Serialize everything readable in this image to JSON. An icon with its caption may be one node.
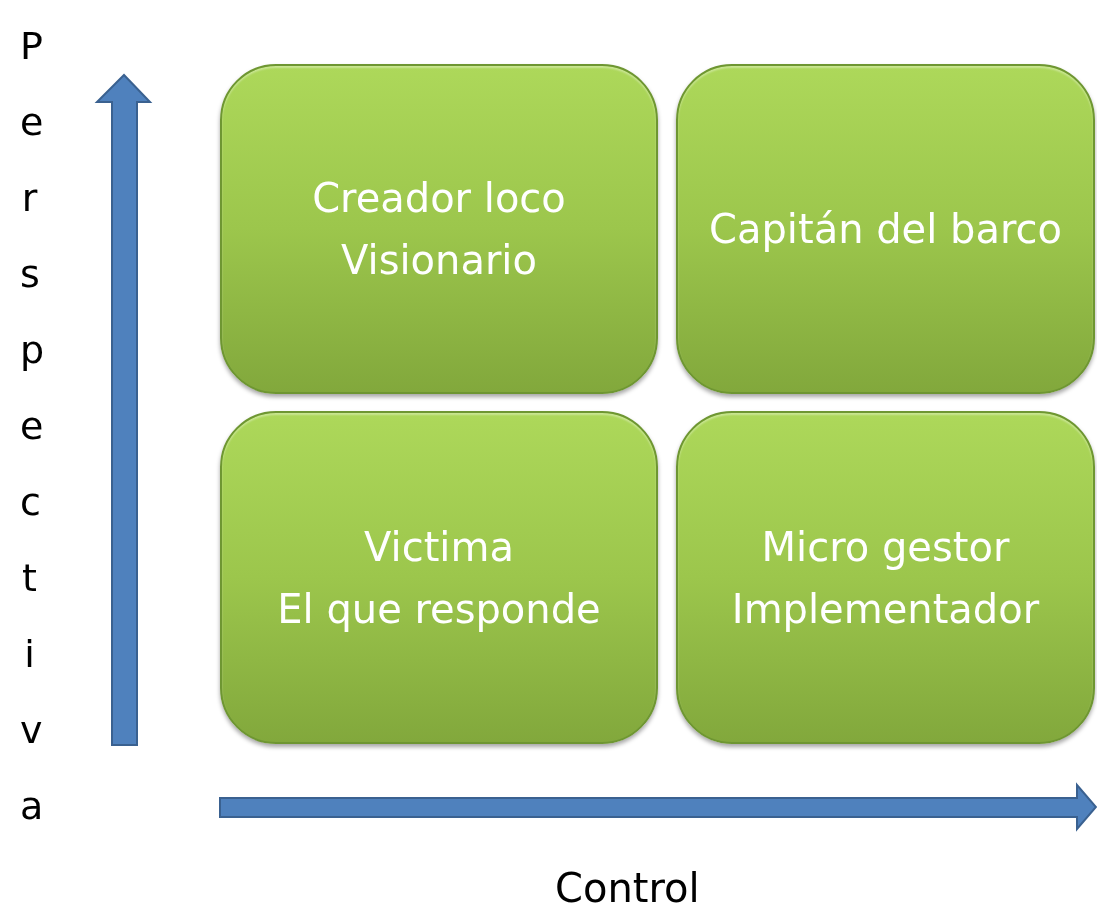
{
  "diagram": {
    "nodes": [
      {
        "text": [
          "Creador loco",
          "Visionario"
        ]
      },
      {
        "text": [
          "Capitán del barco"
        ]
      },
      {
        "text": [
          "Victima",
          "El que responde"
        ]
      },
      {
        "text": [
          "Micro gestor",
          "Implementador"
        ]
      }
    ],
    "labels": [
      "Perspectiva",
      "Control"
    ]
  }
}
